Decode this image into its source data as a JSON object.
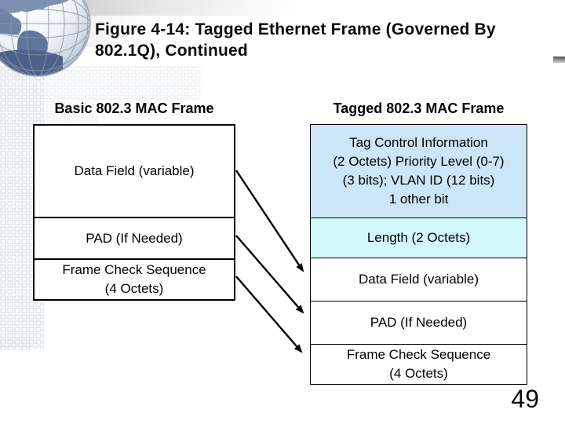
{
  "slide": {
    "title": "Figure 4-14: Tagged Ethernet Frame (Governed By\n802.1Q), Continued",
    "page_number": "49"
  },
  "diagram": {
    "left_column": {
      "header": "Basic 802.3 MAC Frame",
      "rows": [
        {
          "label": "Data Field (variable)"
        },
        {
          "label": "PAD (If Needed)"
        },
        {
          "label": "Frame Check Sequence\n(4 Octets)"
        }
      ]
    },
    "right_column": {
      "header": "Tagged 802.3 MAC Frame",
      "rows": [
        {
          "label": "Tag Control Information\n(2 Octets) Priority Level (0-7)\n(3 bits); VLAN ID (12 bits)\n1 other bit"
        },
        {
          "label": "Length (2 Octets)"
        },
        {
          "label": "Data Field (variable)"
        },
        {
          "label": "PAD (If Needed)"
        },
        {
          "label": "Frame Check Sequence\n(4 Octets)"
        }
      ]
    }
  },
  "colors": {
    "tag_control_row_bg": "#cce6f8",
    "length_row_bg": "#d3f8fa",
    "box_border": "#000000",
    "arrow": "#000000",
    "title_text": "#0b0b0b"
  },
  "icons": {
    "globe": "globe-icon"
  }
}
